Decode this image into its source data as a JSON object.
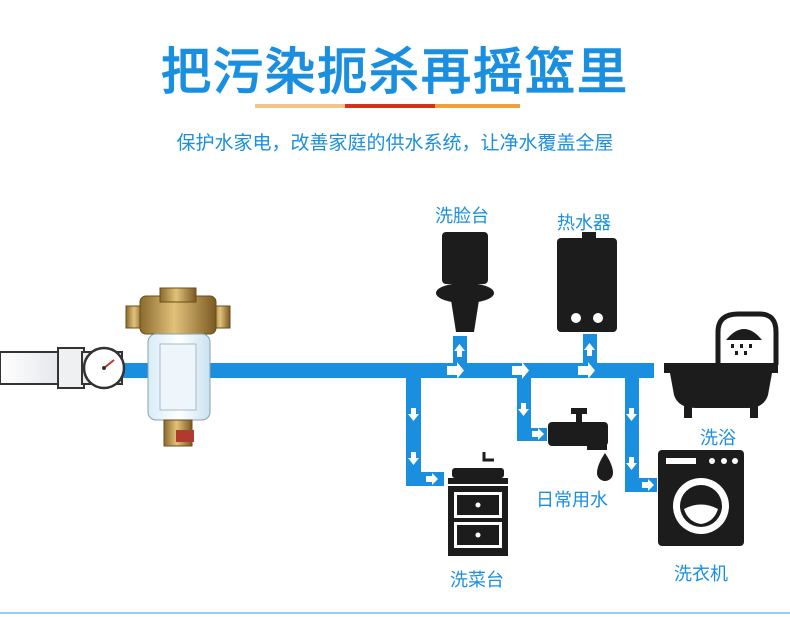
{
  "header": {
    "title": "把污染扼杀再摇篮里",
    "subtitle": "保护水家电，改善家庭的供水系统，让净水覆盖全屋"
  },
  "fixtures": {
    "washbasin": "洗脸台",
    "water_heater": "热水器",
    "bathing": "洗浴",
    "daily_water": "日常用水",
    "washing_machine": "洗衣机",
    "vegetable_sink": "洗菜台"
  },
  "colors": {
    "accent": "#1a8fe0",
    "icon": "#1c1c1c"
  }
}
